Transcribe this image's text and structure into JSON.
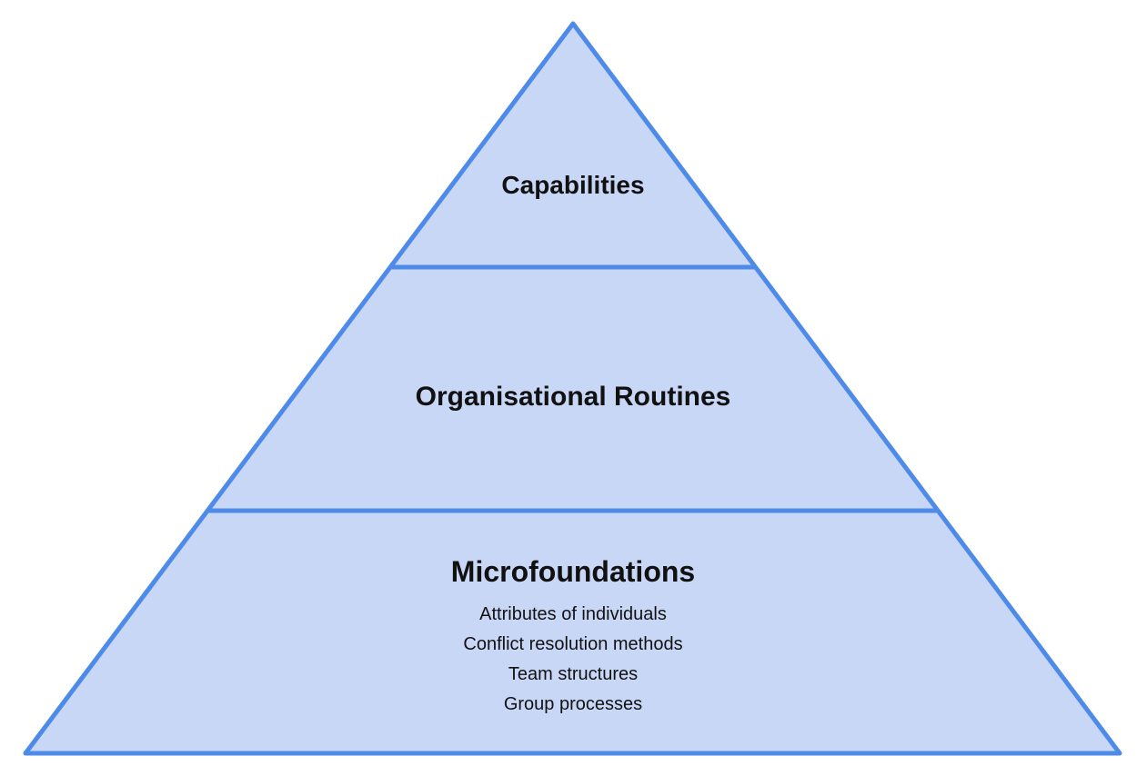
{
  "diagram": {
    "type": "pyramid",
    "background_color": "#ffffff",
    "fill_color": "#c9d7f7",
    "stroke_color": "#4e8be8",
    "text_color": "#111111",
    "tiers": [
      {
        "level": 1,
        "label": "Capabilities",
        "items": []
      },
      {
        "level": 2,
        "label": "Organisational Routines",
        "items": []
      },
      {
        "level": 3,
        "label": "Microfoundations",
        "items": [
          "Attributes of individuals",
          "Conflict resolution methods",
          "Team structures",
          "Group processes"
        ]
      }
    ]
  }
}
